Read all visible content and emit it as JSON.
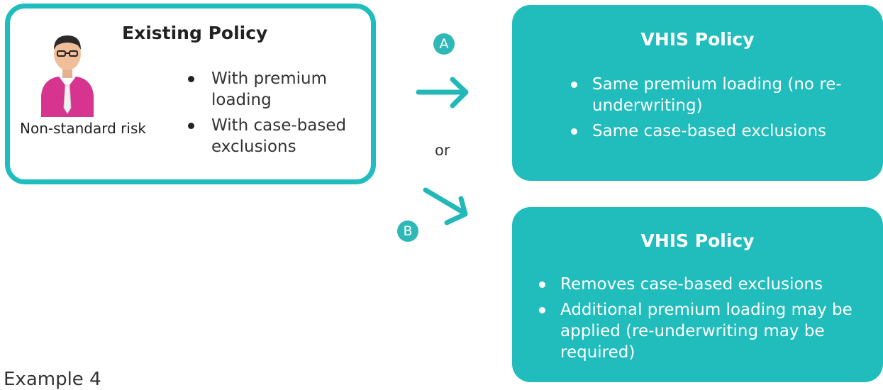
{
  "existing_policy": {
    "title": "Existing Policy",
    "person_caption": "Non-standard risk",
    "items": [
      "With premium loading",
      "With case-based exclusions"
    ]
  },
  "option_a": {
    "marker": "A",
    "policy_title": "VHIS Policy",
    "items": [
      "Same premium loading (no re-underwriting)",
      "Same case-based exclusions"
    ]
  },
  "option_b": {
    "marker": "B",
    "policy_title": "VHIS Policy",
    "items": [
      "Removes case-based exclusions",
      "Additional premium loading may be applied (re-underwriting may be required)"
    ]
  },
  "connector_text": "or",
  "footer_label": "Example 4",
  "colors": {
    "teal": "#21bcbc",
    "person_shirt": "#d6348f",
    "tie": "#ffffff"
  },
  "icons": {
    "person": "person-icon",
    "arrow_a": "arrow-right-icon",
    "arrow_b": "arrow-down-right-icon"
  }
}
